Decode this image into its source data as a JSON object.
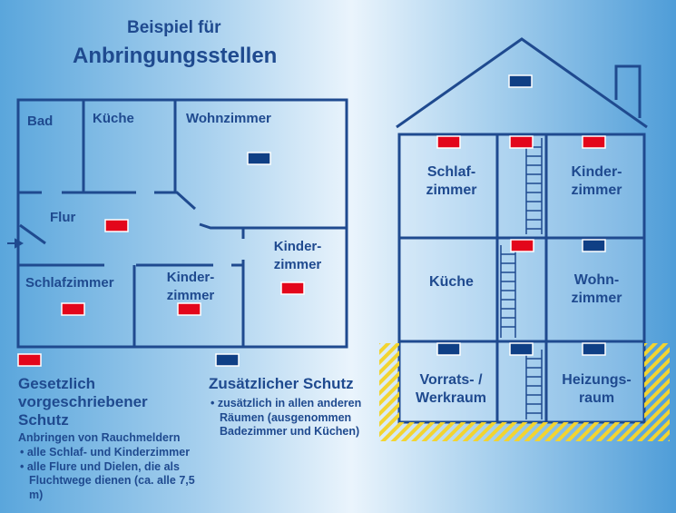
{
  "title": {
    "line1": "Beispiel für",
    "line2": "Anbringungsstellen"
  },
  "colors": {
    "ink": "#1f4a8f",
    "required": "#e3061b",
    "optional": "#0f3f85",
    "basement_hatch": "#f2d431"
  },
  "floorplan": {
    "rooms": {
      "bad": "Bad",
      "kueche": "Küche",
      "wohnzimmer": "Wohnzimmer",
      "flur": "Flur",
      "schlafzimmer": "Schlafzimmer",
      "kinderzimmer_1": "Kinder-\nzimmer",
      "kinderzimmer_2": "Kinder-\nzimmer"
    }
  },
  "house": {
    "rooms": {
      "schlafzimmer": "Schlaf-\nzimmer",
      "kinderzimmer": "Kinder-\nzimmer",
      "kueche": "Küche",
      "wohnzimmer": "Wohn-\nzimmer",
      "vorratsraum": "Vorrats- /\nWerkraum",
      "heizungsraum": "Heizungs-\nraum"
    }
  },
  "legend": {
    "required": {
      "heading": "Gesetzlich\nvorgeschriebener\nSchutz",
      "intro": "Anbringen von Rauchmeldern",
      "items": [
        "alle Schlaf- und Kinderzimmer",
        "alle Flure und Dielen, die als Fluchtwege dienen (ca. alle 7,5 m)"
      ]
    },
    "optional": {
      "heading": "Zusätzlicher Schutz",
      "items": [
        "zusätzlich in allen anderen Räumen (ausgenommen Badezimmer und Küchen)"
      ]
    }
  }
}
